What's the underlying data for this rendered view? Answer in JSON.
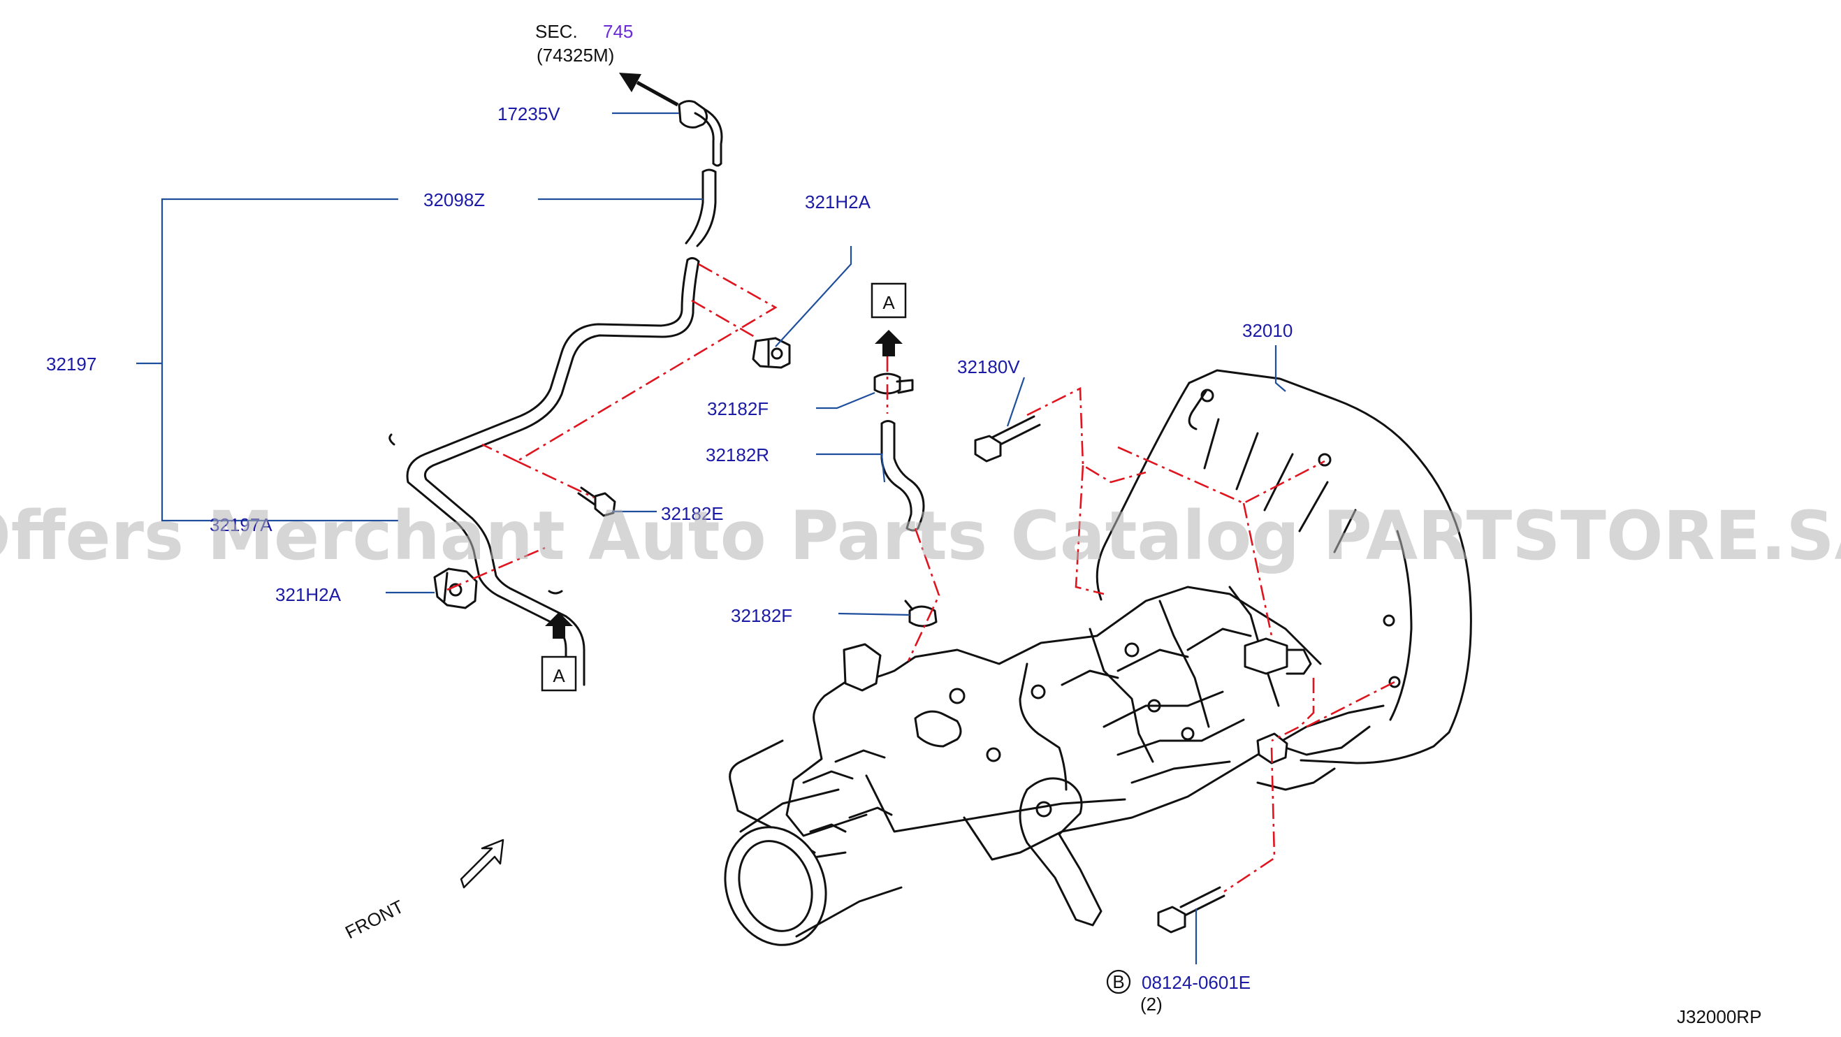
{
  "colors": {
    "label": "#1a1aa6",
    "leader": "#1f4f9c",
    "centerline": "#e0141e",
    "ink": "#111111",
    "sec_num": "#6a2bd6"
  },
  "sec": {
    "prefix": "SEC.",
    "number": "745",
    "ref": "(74325M)"
  },
  "labels": {
    "p17235v": "17235V",
    "p32098z": "32098Z",
    "p32197": "32197",
    "p32197a": "32197A",
    "p321h2a_top": "321H2A",
    "p321h2a_left": "321H2A",
    "p32182e": "32182E",
    "p32182f_top": "32182F",
    "p32182r": "32182R",
    "p32182f_bottom": "32182F",
    "p32180v": "32180V",
    "p32010": "32010",
    "bolt_b": "08124-0601E",
    "bolt_qty": "(2)",
    "b_mark": "B",
    "ref_a_top": "A",
    "ref_a_bottom": "A",
    "front": "FRONT",
    "diagram_code": "J32000RP"
  },
  "watermark": "Offers Merchant Auto Parts Catalog PARTSTORE.SA"
}
